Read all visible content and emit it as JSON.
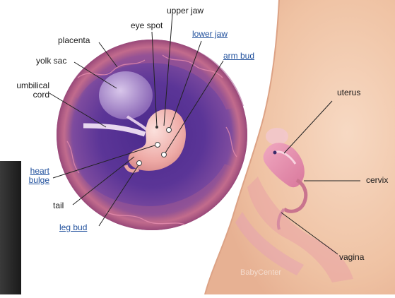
{
  "labels": {
    "upper_jaw": "upper jaw",
    "eye_spot": "eye spot",
    "lower_jaw": "lower jaw",
    "placenta": "placenta",
    "arm_bud": "arm bud",
    "yolk_sac": "yolk sac",
    "umbilical_cord_line1": "umbilical",
    "umbilical_cord_line2": "cord",
    "heart_bulge_line1": "heart",
    "heart_bulge_line2": "bulge",
    "tail": "tail",
    "leg_bud": "leg bud",
    "uterus": "uterus",
    "cervix": "cervix",
    "vagina": "vagina"
  },
  "watermark": "BabyCenter",
  "colors": {
    "link_label": "#1f4f9c",
    "plain_label": "#1a1a1a",
    "leader_line": "#222222",
    "body_skin": "#f2c6a8",
    "amniotic_purple": "#6a3f9a",
    "placenta_pink": "#c56a8a",
    "embryo_pink": "#f0b9b3"
  }
}
